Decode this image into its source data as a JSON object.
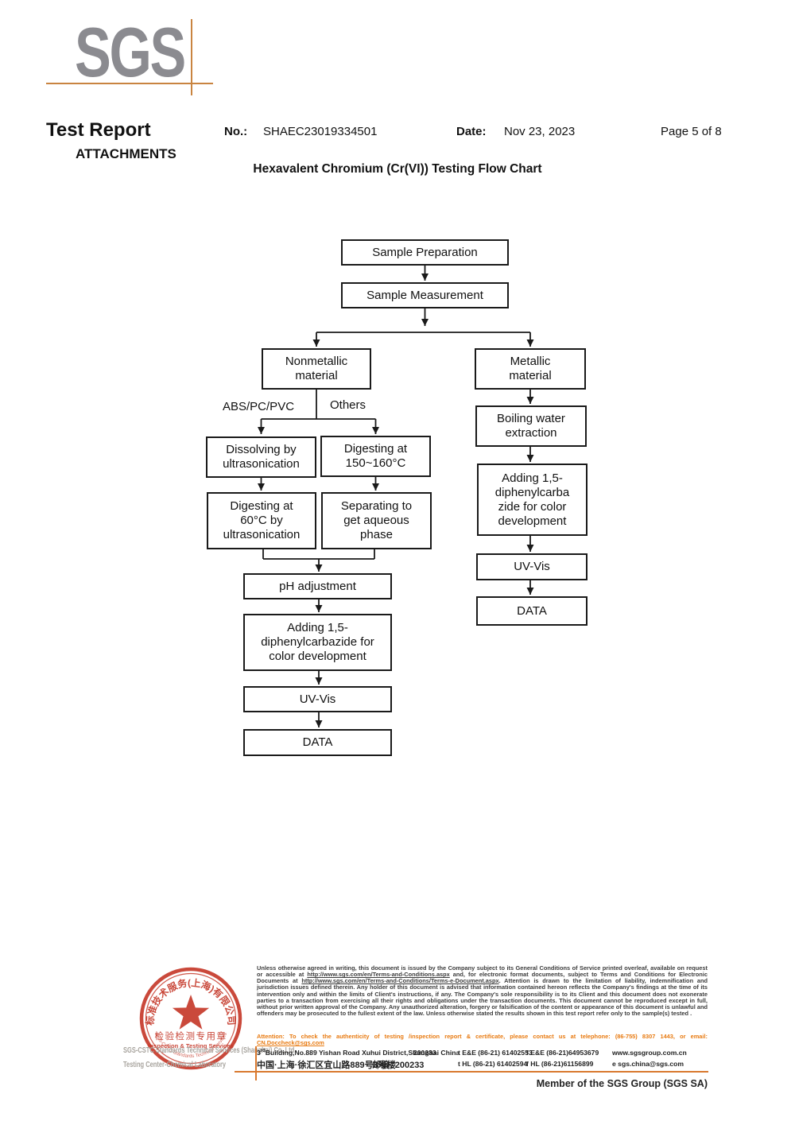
{
  "header": {
    "logo": "SGS",
    "title": "Test Report",
    "subtitle": "ATTACHMENTS",
    "no_label": "No.:",
    "no_value": "SHAEC23019334501",
    "date_label": "Date:",
    "date_value": "Nov 23, 2023",
    "page": "Page 5 of 8",
    "chart_title": "Hexavalent Chromium (Cr(VI)) Testing Flow Chart"
  },
  "flowchart": {
    "boxes": {
      "sample_preparation": "Sample Preparation",
      "sample_measurement": "Sample Measurement",
      "nonmetallic": "Nonmetallic\nmaterial",
      "metallic": "Metallic\nmaterial",
      "dissolving": "Dissolving by\nultrasonication",
      "digesting_150": "Digesting at\n150~160°C",
      "digesting_60": "Digesting at\n60°C by\nultrasonication",
      "separating": "Separating to\nget aqueous\nphase",
      "ph_adjustment": "pH adjustment",
      "adding_dpc_left": "Adding 1,5-\ndiphenylcarbazide for\ncolor development",
      "uv_vis_left": "UV-Vis",
      "data_left": "DATA",
      "boiling": "Boiling water\nextraction",
      "adding_dpc_right": "Adding 1,5-\ndiphenylcarba\nzide for color\ndevelopment",
      "uv_vis_right": "UV-Vis",
      "data_right": "DATA"
    },
    "labels": {
      "left_branch": "ABS/PC/PVC",
      "right_branch": "Others"
    }
  },
  "stamp": {
    "top_arc": "标准技术服务(上海)有限公司",
    "seal_cn": "检验检测专用章",
    "seal_en": "Inspection & Testing Services",
    "bottom_arc": "SGS-CSTC Standards Technical Services",
    "company_line1": "SGS-CSTC Standards Technical Services (Shanghai) Co.,Ltd.",
    "company_line2": "Testing Center-Chemical Laboratory"
  },
  "footer": {
    "legal_t1": "Unless otherwise agreed in writing, this document is issued by the Company subject to its General Conditions of Service printed overleaf, available on request or accessible at ",
    "legal_url1": "http://www.sgs.com/en/Terms-and-Conditions.aspx",
    "legal_t2": " and, for electronic format documents, subject to Terms and Conditions for Electronic Documents at ",
    "legal_url2": "http://www.sgs.com/en/Terms-and-Conditions/Terms-e-Document.aspx",
    "legal_t3": ". Attention is drawn to the limitation of liability, indemnification and jurisdiction issues defined therein. Any holder of this document is advised that information contained hereon reflects the Company's findings at the time of its intervention only and within the limits of Client's instructions, if any. The Company's sole responsibility is to its Client and this document does not exonerate parties to a transaction from exercising all their rights and obligations under the transaction documents. This document cannot be reproduced except in full, without prior written approval of the Company. Any unauthorized alteration, forgery or falsification of the content or appearance of this document is unlawful and offenders may be prosecuted to the fullest extent of the law. Unless otherwise stated the results shown in this test report refer only to the sample(s) tested .",
    "attention_t1": "Attention: To check the authenticity of testing /inspection report & certificate, please contact us at telephone: (86-755) 8307 1443, or email: ",
    "attention_email": "CN.Doccheck@sgs.com",
    "address": {
      "en_no": "3",
      "en_sup": "rd",
      "en_rest": "Building,No.889 Yishan Road Xuhui District,Shanghai China",
      "en_postal": "200233",
      "cn_line": "中国·上海·徐汇区宜山路889号3号楼",
      "cn_postal": "邮编: 200233",
      "tel1": "t E&E (86-21) 61402553",
      "fax1": "f E&E (86-21)64953679",
      "web": "www.sgsgroup.com.cn",
      "tel2": "t HL (86-21) 61402594",
      "fax2": "f HL (86-21)61156899",
      "email": "e  sgs.china@sgs.com"
    },
    "member": "Member of the SGS Group (SGS SA)"
  },
  "colors": {
    "accent_orange": "#d9792e",
    "stamp_red": "#c5392a",
    "logo_gray": "#8b8b90"
  }
}
